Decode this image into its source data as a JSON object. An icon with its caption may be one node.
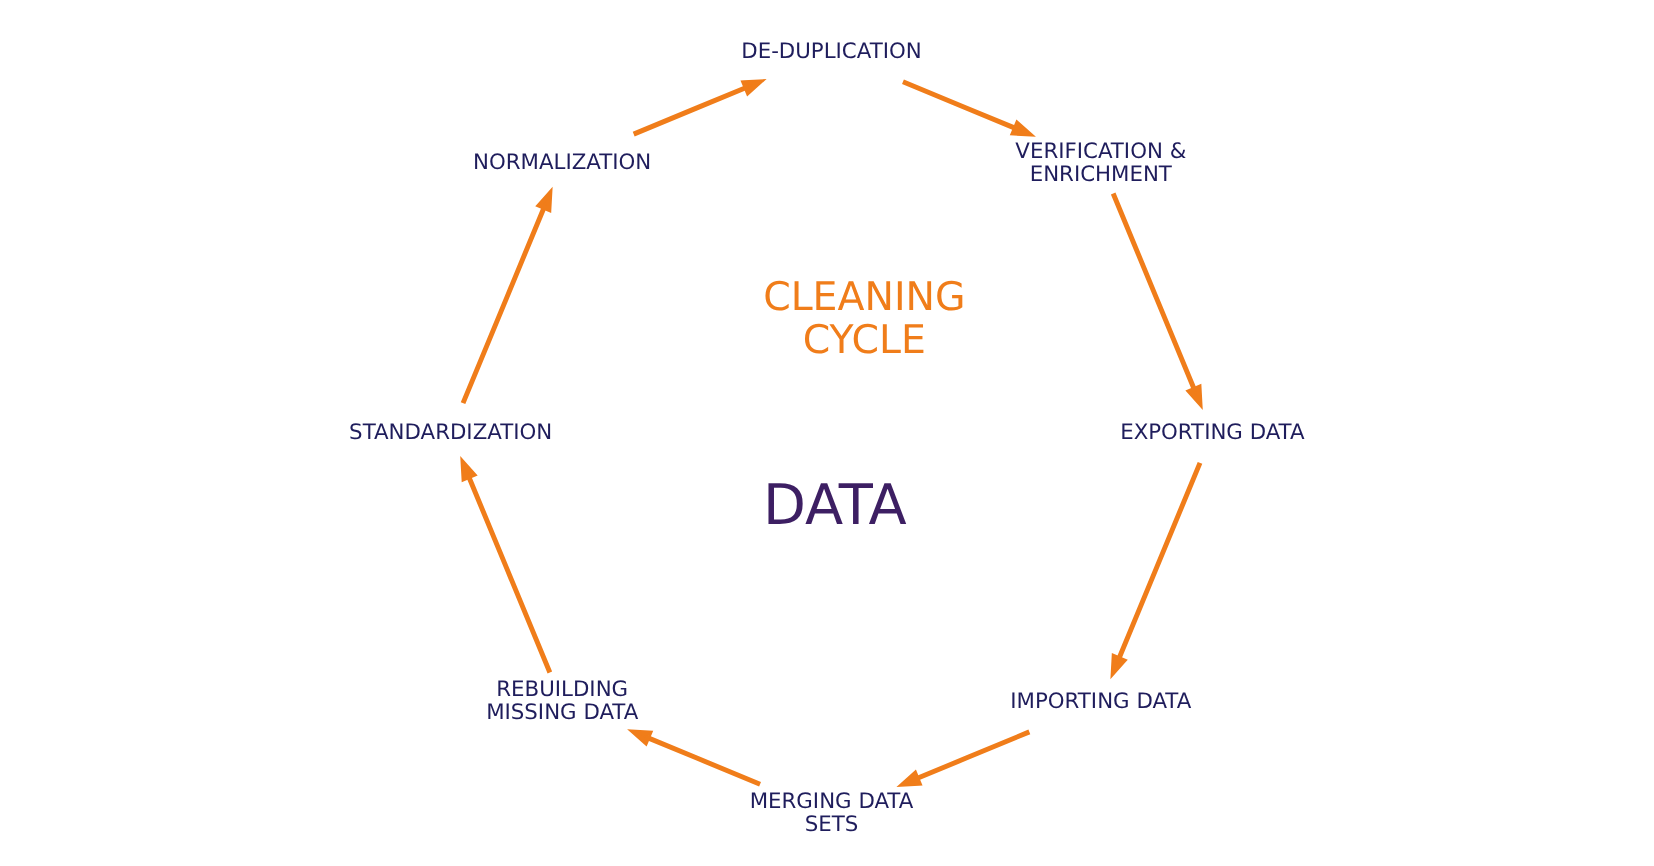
{
  "diagram": {
    "nodes": [
      {
        "text": [
          "IMPORTING DATA"
        ]
      },
      {
        "text": [
          "MERGING DATA SETS"
        ]
      },
      {
        "text": [
          "REBUILDING MISSING DATA"
        ]
      },
      {
        "text": [
          "STANDARDIZATION"
        ]
      },
      {
        "text": [
          "NORMALIZATION"
        ]
      },
      {
        "text": [
          "DE-DUPLICATION"
        ]
      },
      {
        "text": [
          "VERIFICATION & ENRICHMENT"
        ]
      },
      {
        "text": [
          "EXPORTING DATA"
        ]
      }
    ],
    "edges": [
      {
        "from": 0,
        "to": 1,
        "arrow": "to"
      },
      {
        "from": 1,
        "to": 2,
        "arrow": "to"
      },
      {
        "from": 2,
        "to": 3,
        "arrow": "to"
      },
      {
        "from": 3,
        "to": 4,
        "arrow": "to"
      },
      {
        "from": 4,
        "to": 5,
        "arrow": "to"
      },
      {
        "from": 5,
        "to": 6,
        "arrow": "to"
      },
      {
        "from": 6,
        "to": 7,
        "arrow": "to"
      },
      {
        "from": 7,
        "to": 0,
        "arrow": "to"
      }
    ],
    "labels": [
      "DATA",
      "CLEANING CYCLE"
    ]
  }
}
